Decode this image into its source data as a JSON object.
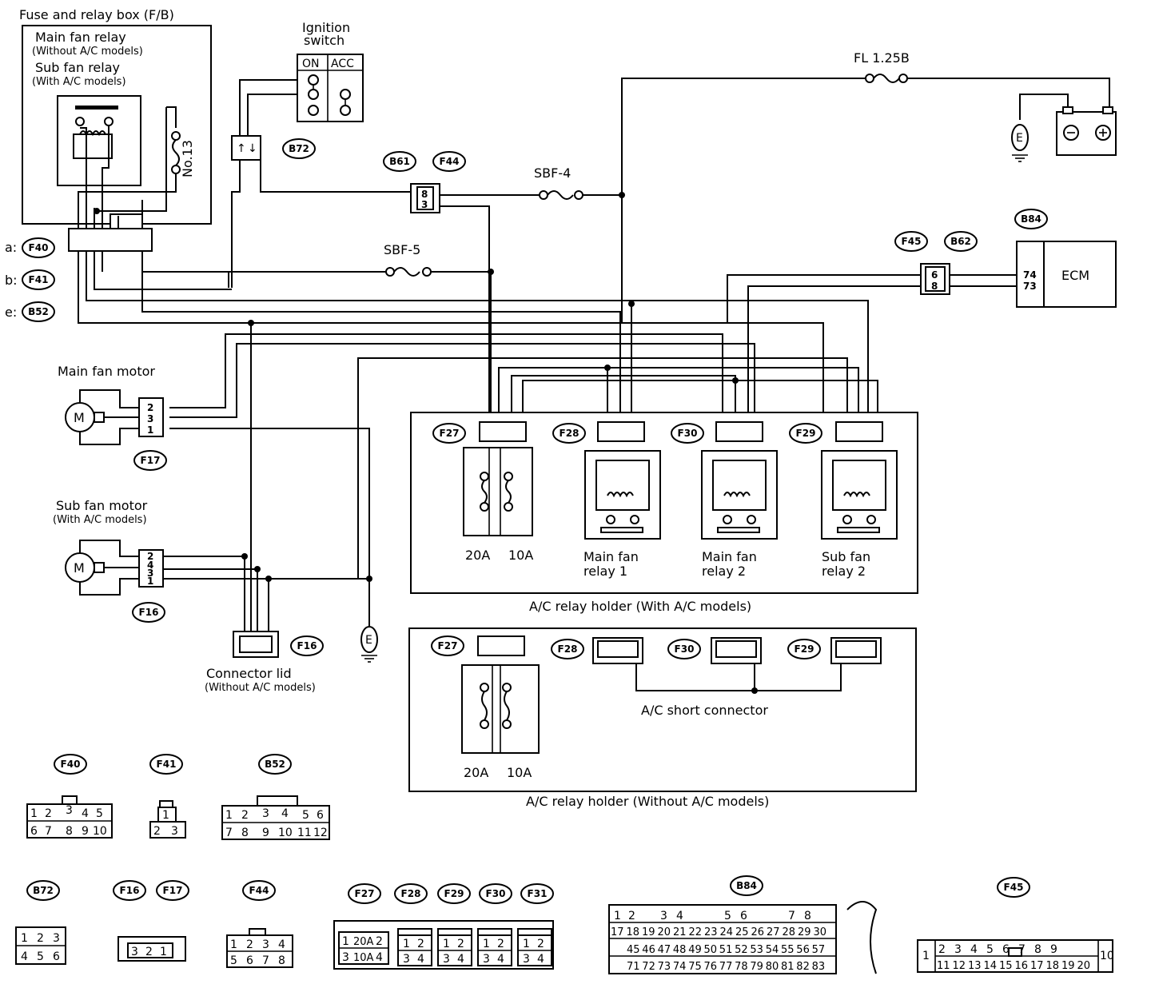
{
  "colors": {
    "ink": "#000000",
    "paper": "#ffffff"
  },
  "labels": {
    "fuse_box": "Fuse and relay box (F/B)",
    "main_fan_relay_1": "Main fan relay",
    "main_fan_relay_2": "(Without A/C models)",
    "sub_fan_relay_1": "Sub fan relay",
    "sub_fan_relay_2": "(With A/C models)",
    "no13": "No.13",
    "ignition_1": "Ignition",
    "ignition_2": "switch",
    "ign_on": "ON",
    "ign_acc": "ACC",
    "fl": "FL 1.25B",
    "sbf4": "SBF-4",
    "sbf5": "SBF-5",
    "ecm": "ECM",
    "main_fan_motor": "Main fan motor",
    "sub_fan_motor_1": "Sub fan motor",
    "sub_fan_motor_2": "(With A/C models)",
    "relay_20a": "20A",
    "relay_10a": "10A",
    "main_fan_relay1_1": "Main fan",
    "main_fan_relay1_2": "relay 1",
    "main_fan_relay2_1": "Main fan",
    "main_fan_relay2_2": "relay 2",
    "sub_fan_relay2_1": "Sub fan",
    "sub_fan_relay2_2": "relay 2",
    "holder_with_ac": "A/C relay holder (With A/C models)",
    "holder_without_ac": "A/C relay holder (Without A/C models)",
    "ac_short": "A/C short connector",
    "connector_lid_1": "Connector lid",
    "connector_lid_2": "(Without A/C models)",
    "ground": "E",
    "a": "a:",
    "b": "b:",
    "e": "e:"
  },
  "connector_tags": {
    "F40": "F40",
    "F41": "F41",
    "B52": "B52",
    "B72": "B72",
    "B61": "B61",
    "F44": "F44",
    "F45": "F45",
    "B62": "B62",
    "B84": "B84",
    "F17": "F17",
    "F16": "F16",
    "F27": "F27",
    "F28": "F28",
    "F29": "F29",
    "F30": "F30",
    "F31": "F31"
  },
  "pins": {
    "b61_f44": [
      "8",
      "3"
    ],
    "f45_b62": [
      "6",
      "8"
    ],
    "ecm": [
      "74",
      "73"
    ],
    "f17": [
      "2",
      "3",
      "1"
    ],
    "f16": [
      "2",
      "4",
      "3",
      "1"
    ],
    "f40_row1": [
      "1",
      "2",
      "3",
      "4",
      "5"
    ],
    "f40_row2": [
      "6",
      "7",
      "8",
      "9",
      "10"
    ],
    "f41_row1": [
      "1"
    ],
    "f41_row2": [
      "2",
      "3"
    ],
    "b52_row1": [
      "1",
      "2",
      "3",
      "4",
      "5",
      "6"
    ],
    "b52_row2": [
      "7",
      "8",
      "9",
      "10",
      "11",
      "12"
    ],
    "b72_row1": [
      "1",
      "2",
      "3"
    ],
    "b72_row2": [
      "4",
      "5",
      "6"
    ],
    "f16_f17": [
      "3",
      "2",
      "1"
    ],
    "f44_row1": [
      "1",
      "2",
      "3",
      "4"
    ],
    "f44_row2": [
      "5",
      "6",
      "7",
      "8"
    ],
    "f27_row1": [
      "1",
      "20A",
      "2"
    ],
    "f27_row2": [
      "3",
      "10A",
      "4"
    ],
    "relay_row1": [
      "1",
      "2"
    ],
    "relay_row2": [
      "3",
      "4"
    ],
    "b84_row1": [
      "1",
      "2",
      "3",
      "4",
      "5",
      "6",
      "7",
      "8"
    ],
    "b84_row2": [
      "17",
      "18",
      "19",
      "20",
      "21",
      "22",
      "23",
      "24",
      "25",
      "26",
      "27",
      "28",
      "29",
      "30"
    ],
    "b84_row3": [
      "45",
      "46",
      "47",
      "48",
      "49",
      "50",
      "51",
      "52",
      "53",
      "54",
      "55",
      "56",
      "57"
    ],
    "b84_row4": [
      "71",
      "72",
      "73",
      "74",
      "75",
      "76",
      "77",
      "78",
      "79",
      "80",
      "81",
      "82",
      "83"
    ],
    "f45_row1": [
      "2",
      "3",
      "4",
      "5",
      "6",
      "7",
      "8",
      "9"
    ],
    "f45_row2": [
      "11",
      "12",
      "13",
      "14",
      "15",
      "16",
      "17",
      "18",
      "19",
      "20"
    ],
    "f45_left": "1",
    "f45_right": "10"
  }
}
